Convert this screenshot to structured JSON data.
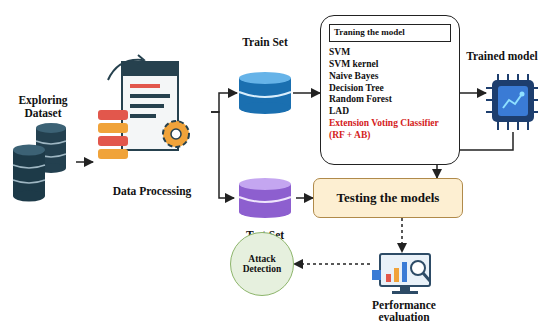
{
  "diagram": {
    "nodes": [
      {
        "text": [
          "Exploring Dataset"
        ]
      },
      {
        "text": [
          "Data Processing"
        ]
      },
      {
        "text": [
          "Train Set"
        ]
      },
      {
        "text": [
          "Test Set"
        ]
      },
      {
        "text": [
          "Traning the model",
          "SVM",
          "SVM kernel",
          "Naive Bayes",
          "Decision Tree",
          "Random Forest",
          "LAD",
          "Extension Voting Classifier (RF + AB)"
        ]
      },
      {
        "text": [
          "Trained model"
        ]
      },
      {
        "text": [
          "Testing the models"
        ]
      },
      {
        "text": [
          "Performance evaluation"
        ]
      },
      {
        "text": [
          "Attack Detection"
        ]
      }
    ],
    "edges": [
      {
        "from": 0,
        "to": 1,
        "arrow": "to"
      },
      {
        "from": 1,
        "to": 2,
        "arrow": "to"
      },
      {
        "from": 1,
        "to": 3,
        "arrow": "to"
      },
      {
        "from": 2,
        "to": 4,
        "arrow": "to"
      },
      {
        "from": 4,
        "to": 5,
        "arrow": "to"
      },
      {
        "from": 5,
        "to": 6,
        "arrow": "to"
      },
      {
        "from": 3,
        "to": 6,
        "arrow": "to"
      },
      {
        "from": 6,
        "to": 7,
        "arrow": "to"
      },
      {
        "from": 7,
        "to": 8,
        "arrow": "to"
      }
    ]
  }
}
